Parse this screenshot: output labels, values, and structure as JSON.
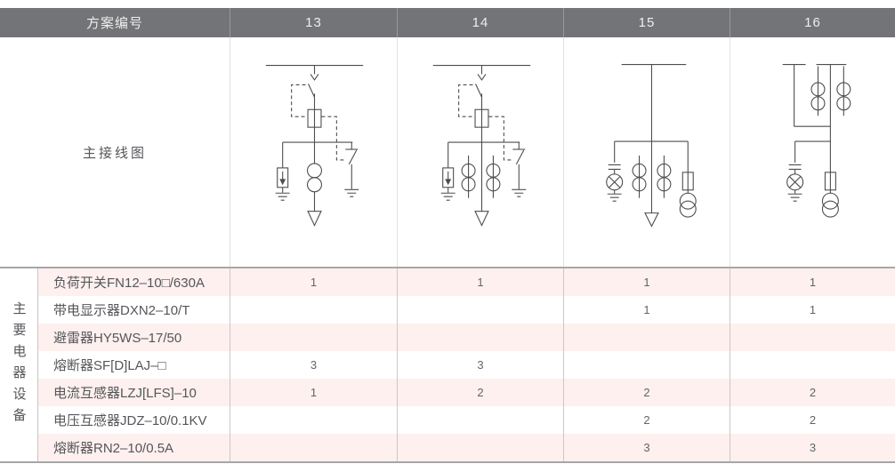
{
  "header": {
    "label": "方案编号",
    "schemes": [
      "13",
      "14",
      "15",
      "16"
    ]
  },
  "diagram_section": {
    "label": "主接线图"
  },
  "equipment_section": {
    "vertical_label": "主要电器设备",
    "rows": [
      {
        "name": "负荷开关FN12–10□/630A",
        "values": [
          "1",
          "1",
          "1",
          "1"
        ]
      },
      {
        "name": "带电显示器DXN2–10/T",
        "values": [
          "",
          "",
          "1",
          "1"
        ]
      },
      {
        "name": "避雷器HY5WS–17/50",
        "values": [
          "",
          "",
          "",
          ""
        ]
      },
      {
        "name": "熔断器SF[D]LAJ–□",
        "values": [
          "3",
          "3",
          "",
          ""
        ]
      },
      {
        "name": "电流互感器LZJ[LFS]–10",
        "values": [
          "1",
          "2",
          "2",
          "2"
        ]
      },
      {
        "name": "电压互感器JDZ–10/0.1KV",
        "values": [
          "",
          "",
          "2",
          "2"
        ]
      },
      {
        "name": "熔断器RN2–10/0.5A",
        "values": [
          "",
          "",
          "3",
          "3"
        ]
      }
    ]
  },
  "colors": {
    "header_bg": "#737477",
    "header_text": "#eeeeee",
    "row_pink": "#fdf0ee",
    "body_text": "#55565a",
    "diagram_stroke": "#4c4d4f",
    "divider": "#a6a6a8"
  }
}
